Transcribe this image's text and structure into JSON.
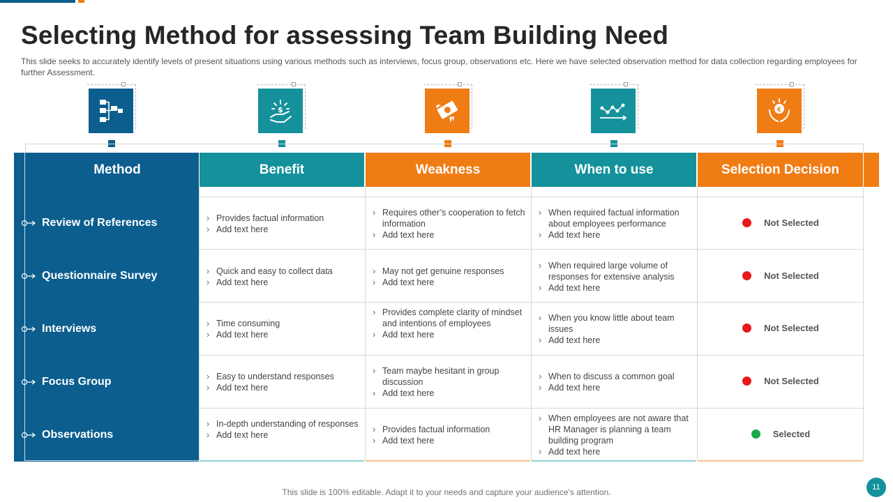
{
  "title": "Selecting Method for assessing Team Building Need",
  "subtitle": "This slide seeks to accurately identify levels of present situations using various methods such as interviews, focus group, observations etc. Here we have selected observation method for data collection regarding employees for further Assessment.",
  "colors": {
    "dark_blue": "#0b5e8e",
    "teal": "#14919b",
    "orange": "#f07c14",
    "red_status": "#e8191c",
    "green_status": "#1aa84a"
  },
  "icons": [
    {
      "name": "hierarchy-icon",
      "color": "#0b5e8e"
    },
    {
      "name": "hand-money-icon",
      "color": "#14919b"
    },
    {
      "name": "burning-money-icon",
      "color": "#f07c14"
    },
    {
      "name": "trend-chart-icon",
      "color": "#14919b"
    },
    {
      "name": "hands-euro-icon",
      "color": "#f07c14"
    }
  ],
  "headers": {
    "method": "Method",
    "benefit": "Benefit",
    "weakness": "Weakness",
    "when": "When to use",
    "decision": "Selection Decision"
  },
  "rows": [
    {
      "method": "Review of References",
      "benefit": [
        "Provides factual information",
        "Add text here"
      ],
      "weakness": [
        "Requires other’s cooperation to fetch information",
        "Add text here"
      ],
      "when": [
        "When required factual information about employees performance",
        "Add text here"
      ],
      "decision": "Not Selected",
      "status": "red"
    },
    {
      "method": "Questionnaire Survey",
      "benefit": [
        "Quick and easy to collect data",
        "Add text here"
      ],
      "weakness": [
        "May not get genuine responses",
        "Add text here"
      ],
      "when": [
        "When required large volume of responses for extensive analysis",
        "Add text here"
      ],
      "decision": "Not Selected",
      "status": "red"
    },
    {
      "method": "Interviews",
      "benefit": [
        "Time consuming",
        "Add text here"
      ],
      "weakness": [
        "Provides complete clarity of mindset and intentions of employees",
        "Add text here"
      ],
      "when": [
        "When you know little about team issues",
        "Add text here"
      ],
      "decision": "Not Selected",
      "status": "red"
    },
    {
      "method": "Focus Group",
      "benefit": [
        "Easy to understand responses",
        "Add text here"
      ],
      "weakness": [
        "Team maybe hesitant in group discussion",
        "Add text here"
      ],
      "when": [
        "When to discuss a common goal",
        "Add text here"
      ],
      "decision": "Not Selected",
      "status": "red"
    },
    {
      "method": "Observations",
      "benefit": [
        "In-depth understanding of responses",
        "Add text here"
      ],
      "weakness": [
        "Provides factual information",
        "Add text here"
      ],
      "when": [
        "When employees are not aware that HR Manager is planning a team building program",
        "Add text here"
      ],
      "decision": "Selected",
      "status": "green"
    }
  ],
  "footer": "This slide is 100% editable. Adapt it to your needs and capture your audience's attention.",
  "page_number": "11"
}
